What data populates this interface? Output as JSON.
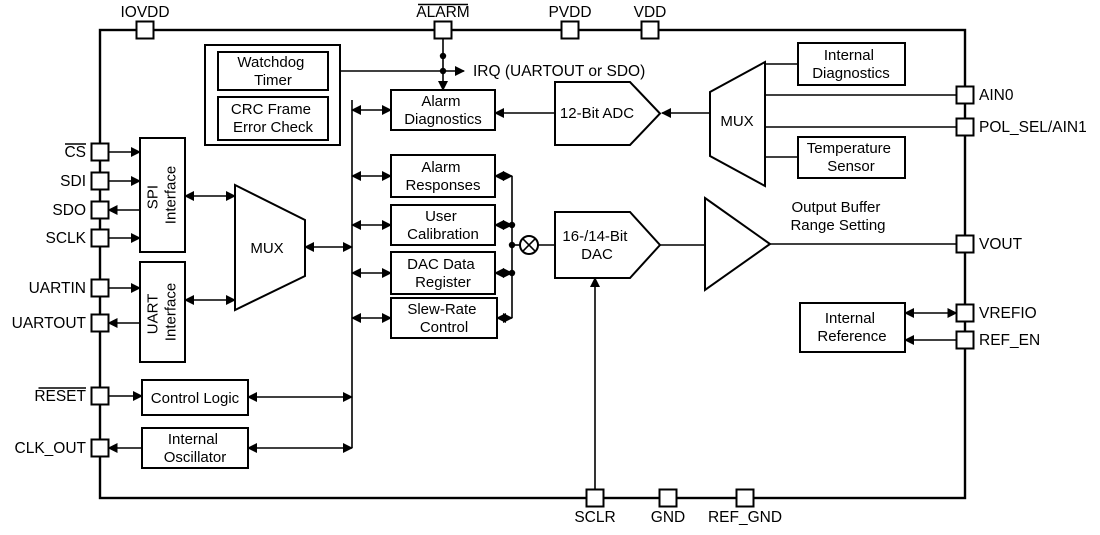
{
  "diagram": {
    "pins_top": [
      {
        "label": "IOVDD",
        "overline": false
      },
      {
        "label": "ALARM",
        "overline": true
      },
      {
        "label": "PVDD",
        "overline": false
      },
      {
        "label": "VDD",
        "overline": false
      }
    ],
    "pins_left": [
      {
        "label": "CS",
        "overline": true
      },
      {
        "label": "SDI",
        "overline": false
      },
      {
        "label": "SDO",
        "overline": false
      },
      {
        "label": "SCLK",
        "overline": false
      },
      {
        "label": "UARTIN",
        "overline": false
      },
      {
        "label": "UARTOUT",
        "overline": false
      },
      {
        "label": "RESET",
        "overline": true
      },
      {
        "label": "CLK_OUT",
        "overline": false
      }
    ],
    "pins_right": [
      {
        "label": "AIN0"
      },
      {
        "label": "POL_SEL/AIN1"
      },
      {
        "label": "VOUT"
      },
      {
        "label": "VREFIO"
      },
      {
        "label": "REF_EN"
      }
    ],
    "pins_bottom": [
      {
        "label": "SCLR"
      },
      {
        "label": "GND"
      },
      {
        "label": "REF_GND"
      }
    ],
    "blocks": {
      "watchdog_timer": [
        "Watchdog",
        "Timer"
      ],
      "crc_frame": [
        "CRC Frame",
        "Error Check"
      ],
      "alarm_diagnostics": [
        "Alarm",
        "Diagnostics"
      ],
      "alarm_responses": [
        "Alarm",
        "Responses"
      ],
      "user_calibration": [
        "User",
        "Calibration"
      ],
      "dac_data_register": [
        "DAC Data",
        "Register"
      ],
      "slew_rate_control": [
        "Slew-Rate",
        "Control"
      ],
      "spi_interface": [
        "SPI",
        "Interface"
      ],
      "uart_interface": [
        "UART",
        "Interface"
      ],
      "mux_left": "MUX",
      "mux_right": "MUX",
      "adc": "12-Bit ADC",
      "dac": [
        "16-/14-Bit",
        "DAC"
      ],
      "control_logic": "Control Logic",
      "internal_oscillator": [
        "Internal",
        "Oscillator"
      ],
      "internal_diagnostics": [
        "Internal",
        "Diagnostics"
      ],
      "temperature_sensor": [
        "Temperature",
        "Sensor"
      ],
      "internal_reference": [
        "Internal",
        "Reference"
      ],
      "output_buffer": [
        "Output Buffer",
        "Range Setting"
      ]
    },
    "annotations": {
      "irq": "IRQ (UARTOUT or SDO)"
    },
    "colors": {
      "stroke": "#000000",
      "background": "#ffffff"
    }
  }
}
